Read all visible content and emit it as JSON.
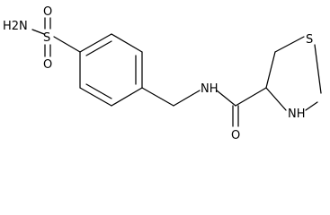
{
  "atoms": {
    "sulfonamide_nh2": "H2N",
    "sulfonyl_s": "S",
    "sulfonyl_o_top": "O",
    "sulfonyl_o_bottom": "O",
    "amide_nh": "NH",
    "carbonyl_o": "O",
    "ring_s": "S",
    "ring_nh": "NH"
  }
}
